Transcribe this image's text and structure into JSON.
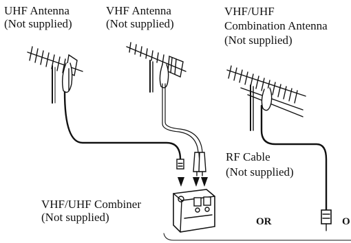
{
  "labels": {
    "uhf_antenna": [
      "UHF Antenna",
      "(Not supplied)"
    ],
    "vhf_antenna": [
      "VHF Antenna",
      "(Not supplied)"
    ],
    "combo_antenna": [
      "VHF/UHF",
      "Combination Antenna",
      "(Not supplied)"
    ],
    "rf_cable": [
      "RF Cable",
      "(Not supplied)"
    ],
    "combiner": [
      "VHF/UHF Combiner",
      "(Not supplied)"
    ],
    "or_left": "OR",
    "or_right": "O"
  }
}
